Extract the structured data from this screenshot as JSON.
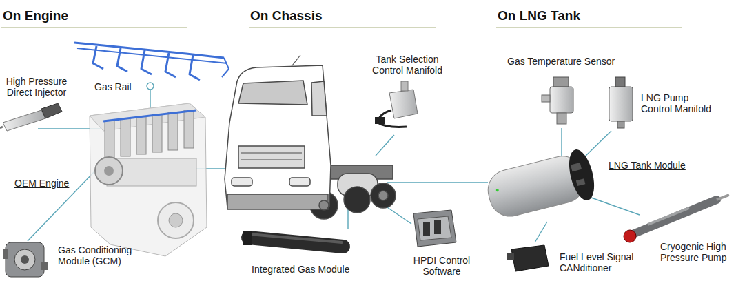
{
  "diagram": {
    "labels": [
      "On Engine",
      "On Chassis",
      "On LNG Tank",
      "Gas Rail",
      "High Pressure Direct Injector",
      "OEM Engine",
      "Gas Conditioning Module (GCM)",
      "Tank Selection Control Manifold",
      "Integrated Gas Module",
      "HPDI Control Software",
      "Gas Temperature Sensor",
      "LNG Pump Control Manifold",
      "LNG Tank Module",
      "Fuel Level Signal CANditioner",
      "Cryogenic High Pressure Pump"
    ]
  }
}
